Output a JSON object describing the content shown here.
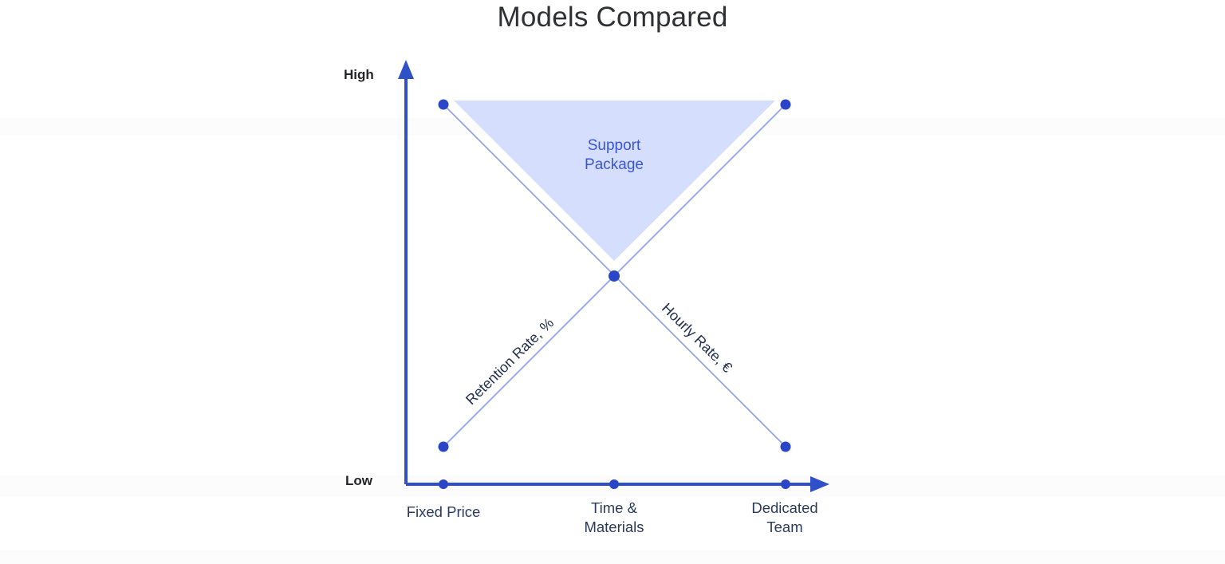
{
  "page": {
    "title": "Models Compared",
    "background": "#ffffff"
  },
  "colors": {
    "accent": "#3a56d4",
    "axis": "#2f50c8",
    "line": "#8fa4ee",
    "marker": "#2b45c8",
    "fill": "#d6defd",
    "title_text": "#2f3033",
    "category_text": "#2b3a5c",
    "axis_label_text": "#242528",
    "region_text": "#3a56d4"
  },
  "axes": {
    "y_top_label": "High",
    "y_bottom_label": "Low",
    "y_arrow_icon": "arrow-up-icon",
    "x_arrow_icon": "arrow-right-icon"
  },
  "annotations": {
    "region_label": "Support\nPackage",
    "line_label_ascending": "Retention Rate, %",
    "line_label_descending": "Hourly Rate, €"
  },
  "chart_data": {
    "type": "line",
    "title": "Models Compared",
    "xlabel": "",
    "ylabel": "",
    "categories": [
      "Fixed Price",
      "Time &\nMaterials",
      "Dedicated\nTeam"
    ],
    "category_labels_flat": [
      "Fixed Price",
      "Time & Materials",
      "Dedicated Team"
    ],
    "ylim": [
      0,
      100
    ],
    "y_tick_labels": [
      "Low",
      "High"
    ],
    "grid": false,
    "legend": "inline-rotated-labels",
    "series": [
      {
        "name": "Retention Rate, %",
        "label_rotation_deg": -44.5,
        "color": "#8fa4ee",
        "marker_color": "#2b45c8",
        "values": [
          10,
          55,
          100
        ],
        "points": [
          {
            "category": "Fixed Price",
            "value": 10
          },
          {
            "category": "Time & Materials",
            "value": 55
          },
          {
            "category": "Dedicated Team",
            "value": 100
          }
        ]
      },
      {
        "name": "Hourly Rate, €",
        "label_rotation_deg": 44.5,
        "color": "#8fa4ee",
        "marker_color": "#2b45c8",
        "values": [
          100,
          55,
          10
        ],
        "points": [
          {
            "category": "Fixed Price",
            "value": 100
          },
          {
            "category": "Time & Materials",
            "value": 55
          },
          {
            "category": "Dedicated Team",
            "value": 10
          }
        ]
      }
    ],
    "shaded_region": {
      "label": "Support Package",
      "fill": "#d6defd",
      "description": "Triangular area between the two crossing lines above their intersection",
      "vertices": [
        {
          "category": "Fixed Price",
          "value": 100
        },
        {
          "category": "Dedicated Team",
          "value": 100
        },
        {
          "category": "Time & Materials",
          "value": 57
        }
      ]
    },
    "axis_markers": [
      {
        "category": "Fixed Price",
        "value": 0
      },
      {
        "category": "Time & Materials",
        "value": 0
      },
      {
        "category": "Dedicated Team",
        "value": 0
      }
    ]
  }
}
